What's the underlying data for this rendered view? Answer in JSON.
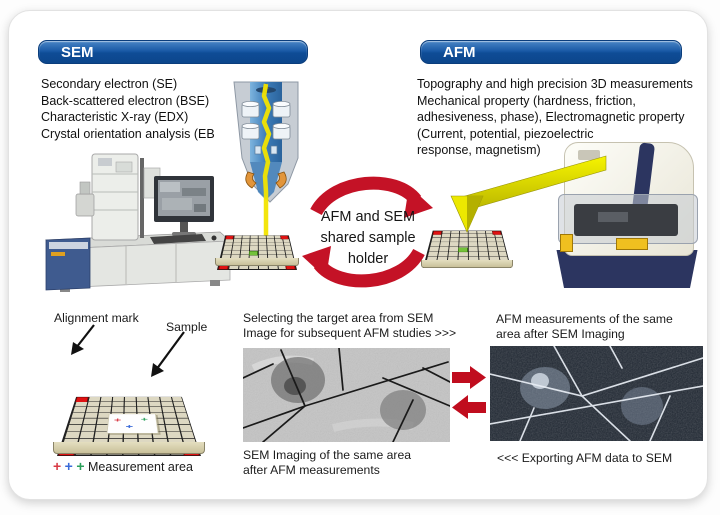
{
  "sem": {
    "title": "SEM",
    "features": [
      "Secondary electron (SE)",
      "Back-scattered electron (BSE)",
      "Characteristic X-ray (EDX)",
      "Crystal orientation analysis (EB"
    ]
  },
  "afm": {
    "title": "AFM",
    "features": [
      "Topography and high precision 3D measurements",
      "Mechanical property (hardness, friction,",
      "adhesiveness, phase), Electromagnetic property",
      "(Current, potential, piezoelectric",
      "response, magnetism)"
    ]
  },
  "center": {
    "shared_holder_lines": [
      "AFM and SEM",
      "shared sample",
      "holder"
    ]
  },
  "holder_figure": {
    "alignment_label": "Alignment mark",
    "sample_label": "Sample",
    "legend_label": "Measurement area",
    "legend_markers": [
      {
        "symbol": "+",
        "color": "#d83a44"
      },
      {
        "symbol": "+",
        "color": "#3a6ad8"
      },
      {
        "symbol": "+",
        "color": "#2aa05a"
      }
    ]
  },
  "workflow": {
    "select_caption_lines": [
      "Selecting the target area from SEM",
      "Image for subsequent AFM studies >>>"
    ],
    "afm_caption_lines": [
      "AFM measurements of the same",
      "area after SEM Imaging"
    ],
    "sem_caption_lines": [
      "SEM Imaging of the same area",
      "after AFM measurements"
    ],
    "export_caption": "<<< Exporting AFM data to SEM"
  },
  "icons": {
    "cycle_arrows": "circular-exchange-arrows",
    "transfer_right": "arrow-right",
    "transfer_left": "arrow-left",
    "label_arrows": "pointer-arrows"
  },
  "colors": {
    "header_blue": "#0e4c96",
    "arrow_red": "#c41226",
    "alignment_red": "#e01212",
    "target_green": "#74c23a",
    "cantilever_yellow": "#ece800",
    "grid_tan": "#ddd8c2",
    "afm_image_bg": "#1e2631",
    "sem_image_bg": "#c4c4c4"
  }
}
